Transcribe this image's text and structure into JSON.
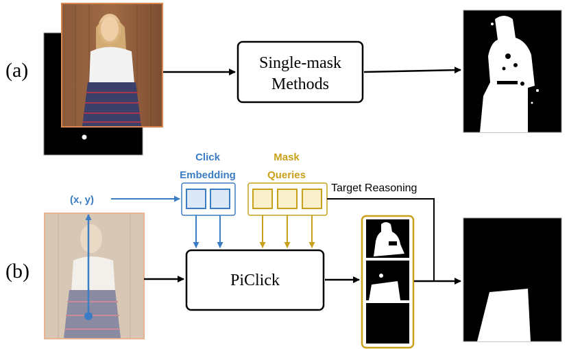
{
  "row_a": {
    "label": "(a)",
    "method_line1": "Single-mask",
    "method_line2": "Methods"
  },
  "row_b": {
    "label": "(b)",
    "coord": "(x, y)",
    "click_embedding_line1": "Click",
    "click_embedding_line2": "Embedding",
    "mask_queries_line1": "Mask",
    "mask_queries_line2": "Queries",
    "target_reasoning": "Target Reasoning",
    "model_name": "PiClick"
  },
  "colors": {
    "click_blue": "#3a7dc4",
    "click_fill": "#dce8f6",
    "mask_gold": "#c9a019",
    "mask_fill": "#fbf0cc",
    "photo_border": "#d9874f"
  }
}
